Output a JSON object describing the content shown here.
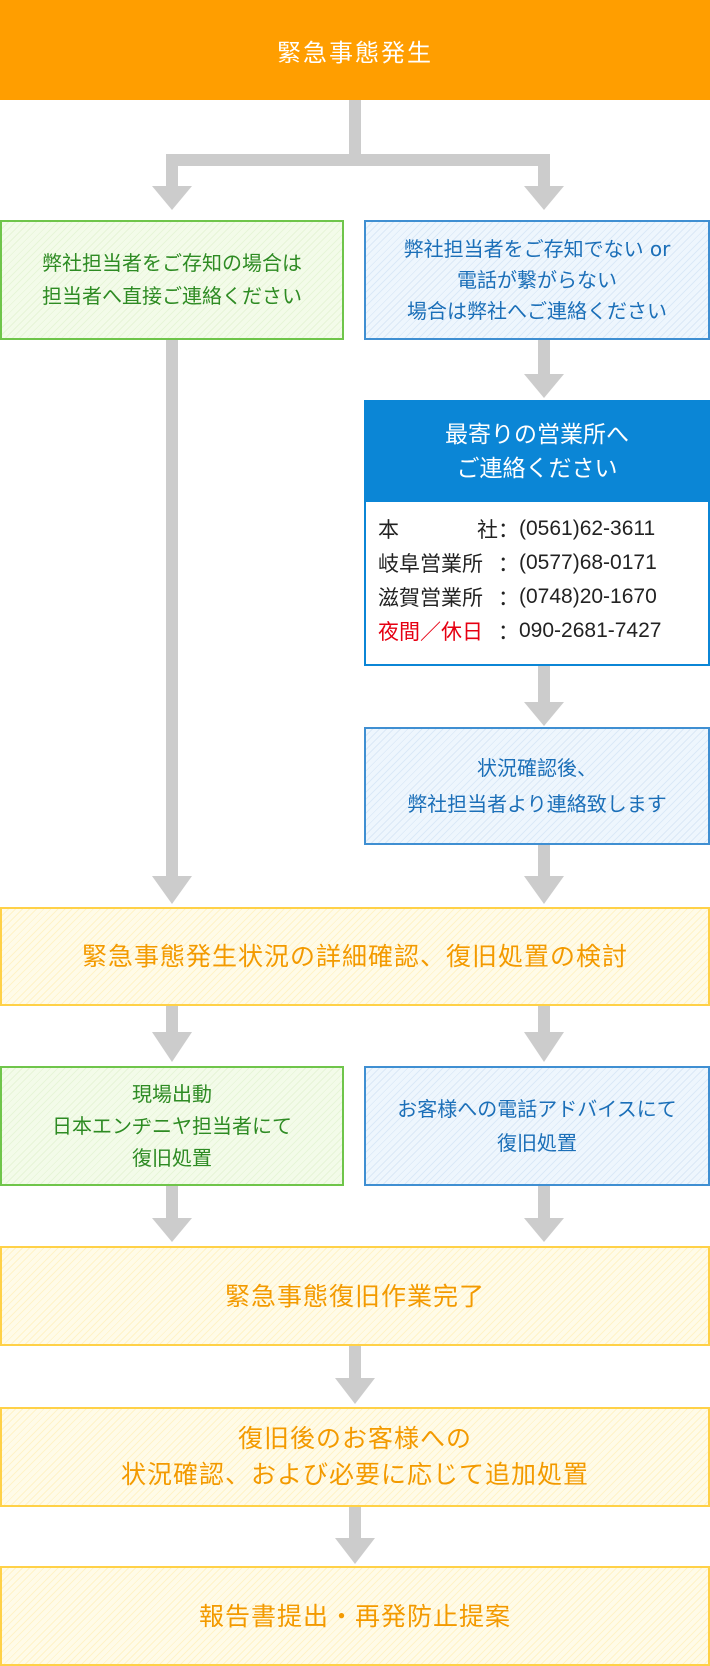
{
  "header": {
    "title": "緊急事態発生"
  },
  "left_contact": {
    "line1": "弊社担当者をご存知の場合は",
    "line2": "担当者へ直接ご連絡ください"
  },
  "right_contact": {
    "line1": "弊社担当者をご存知でない or",
    "line2": "電話が繋がらない",
    "line3": "場合は弊社へご連絡ください"
  },
  "offices": {
    "title_line1": "最寄りの営業所へ",
    "title_line2": "ご連絡ください",
    "rows": [
      {
        "label_a": "本",
        "label_b": "社",
        "sep": "：",
        "phone": "(0561)62-3611"
      },
      {
        "label": "岐阜営業所",
        "sep": "：",
        "phone": "(0577)68-0171"
      },
      {
        "label": "滋賀営業所",
        "sep": "：",
        "phone": "(0748)20-1670"
      },
      {
        "label": "夜間／休日",
        "sep": "：",
        "phone": "090-2681-7427"
      }
    ]
  },
  "status_check": {
    "line1": "状況確認後、",
    "line2": "弊社担当者より連絡致します"
  },
  "detail_check": {
    "text": "緊急事態発生状況の詳細確認、復旧処置の検討"
  },
  "onsite": {
    "line1": "現場出動",
    "line2": "日本エンヂニヤ担当者にて",
    "line3": "復旧処置"
  },
  "phone_advice": {
    "line1": "お客様への電話アドバイスにて",
    "line2": "復旧処置"
  },
  "recovery_complete": {
    "text": "緊急事態復旧作業完了"
  },
  "post_check": {
    "line1": "復旧後のお客様への",
    "line2": "状況確認、および必要に応じて追加処置"
  },
  "report": {
    "text": "報告書提出・再発防止提案"
  },
  "colors": {
    "header": "#ff9e00",
    "green": "#6fc54a",
    "blue": "#3f8fd2",
    "office_blue": "#0b86d6",
    "yellow": "#ffd147",
    "arrow": "#cccccc",
    "night_label": "#e60012"
  }
}
